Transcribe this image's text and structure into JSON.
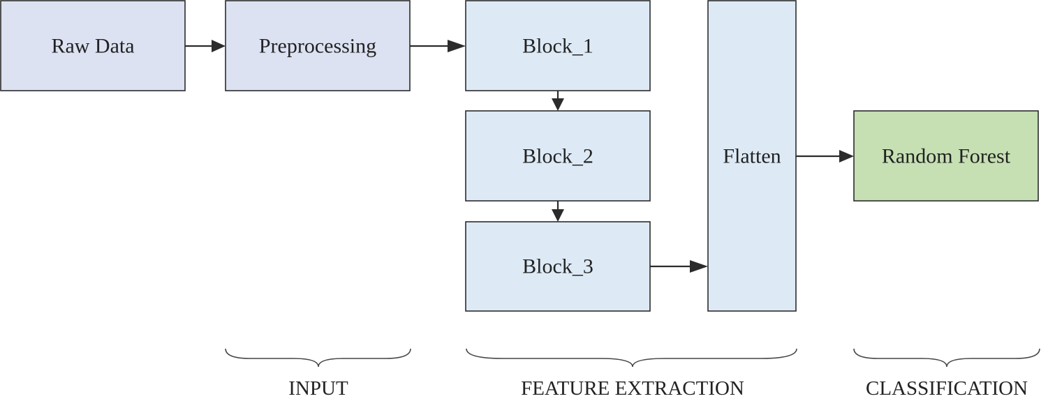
{
  "colors": {
    "input_fill": "#dce2f2",
    "feature_fill": "#ddeaf6",
    "classifier_fill": "#c6e0b4",
    "stroke": "#2b2b2b"
  },
  "nodes": {
    "raw_data": "Raw Data",
    "preprocessing": "Preprocessing",
    "block_1": "Block_1",
    "block_2": "Block_2",
    "block_3": "Block_3",
    "flatten": "Flatten",
    "random_forest": "Random Forest"
  },
  "groups": {
    "input": "INPUT",
    "feature_extraction": "FEATURE EXTRACTION",
    "classification": "CLASSIFICATION"
  },
  "edges": [
    {
      "from": "raw_data",
      "to": "preprocessing"
    },
    {
      "from": "preprocessing",
      "to": "block_1"
    },
    {
      "from": "block_1",
      "to": "block_2"
    },
    {
      "from": "block_2",
      "to": "block_3"
    },
    {
      "from": "block_3",
      "to": "flatten"
    },
    {
      "from": "flatten",
      "to": "random_forest"
    }
  ]
}
